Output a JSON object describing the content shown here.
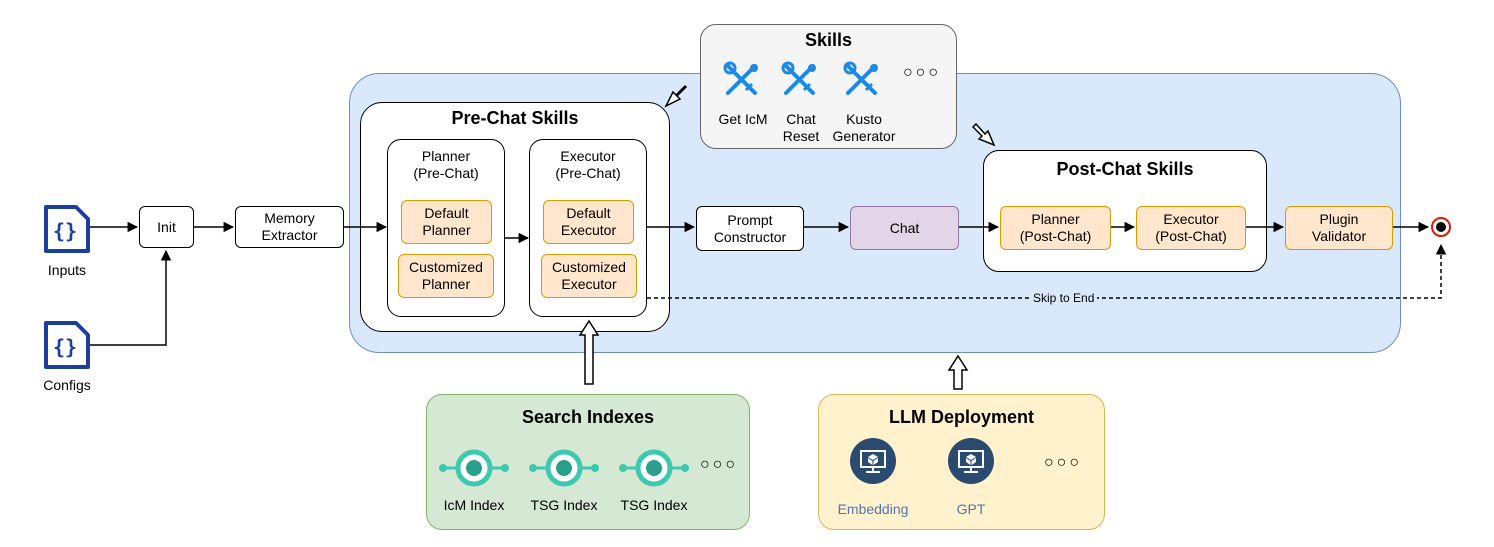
{
  "diagram": {
    "inputs_label": "Inputs",
    "configs_label": "Configs",
    "init_label": "Init",
    "memory_extractor_label": "Memory\nExtractor",
    "pre_chat": {
      "title": "Pre-Chat Skills",
      "planner_title": "Planner\n(Pre-Chat)",
      "executor_title": "Executor\n(Pre-Chat)",
      "default_planner": "Default\nPlanner",
      "customized_planner": "Customized\nPlanner",
      "default_executor": "Default\nExecutor",
      "customized_executor": "Customized\nExecutor"
    },
    "prompt_constructor_label": "Prompt\nConstructor",
    "chat_label": "Chat",
    "post_chat": {
      "title": "Post-Chat Skills",
      "planner": "Planner\n(Post-Chat)",
      "executor": "Executor\n(Post-Chat)"
    },
    "plugin_validator_label": "Plugin\nValidator",
    "skip_label": "Skip to End",
    "skills": {
      "title": "Skills",
      "items": [
        "Get IcM",
        "Chat\nReset",
        "Kusto\nGenerator"
      ],
      "more": "○○○"
    },
    "search_indexes": {
      "title": "Search Indexes",
      "items": [
        "IcM Index",
        "TSG Index",
        "TSG Index"
      ],
      "more": "○○○"
    },
    "llm_deployment": {
      "title": "LLM Deployment",
      "items": [
        "Embedding",
        "GPT"
      ],
      "more": "○○○"
    }
  },
  "colors": {
    "main_bg": "#dae8fc",
    "main_border": "#6c8ebf",
    "skills_bg": "#f5f5f5",
    "search_bg": "#d5e8d4",
    "search_border": "#82b366",
    "llm_bg": "#fff2cc",
    "llm_border": "#d6b656",
    "orange_bg": "#ffe6cc",
    "orange_border": "#d79b00",
    "chat_bg": "#e1d5e7",
    "chat_border": "#9673a6",
    "tool_blue": "#1e88e5",
    "index_teal": "#3cc9b0",
    "monitor_navy": "#2b4a6f",
    "end_red": "#e51400",
    "llm_text": "#4a78b8"
  }
}
